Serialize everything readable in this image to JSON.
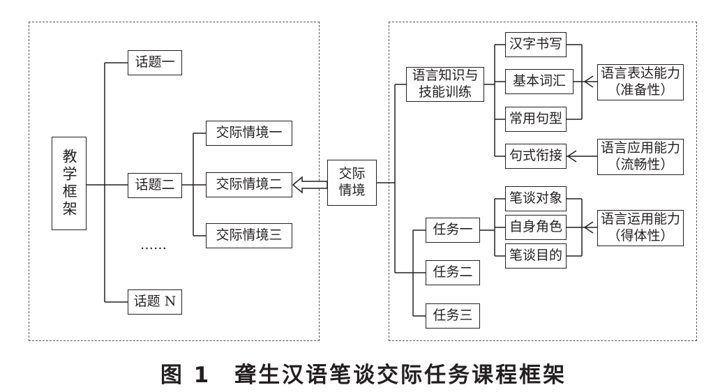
{
  "left": {
    "root": "教学框架",
    "topics": [
      "话题一",
      "话题二",
      "话题 N"
    ],
    "ellipsis": "……",
    "contexts": [
      "交际情境一",
      "交际情境二",
      "交际情境三"
    ]
  },
  "center": "交际\n情境",
  "right": {
    "knowledge": "语言知识与\n技能训练",
    "skills": [
      "汉字书写",
      "基本词汇",
      "常用句型",
      "句式衔接"
    ],
    "tasks": [
      "任务一",
      "任务二",
      "任务三"
    ],
    "task_items": [
      "笔谈对象",
      "自身角色",
      "笔谈目的"
    ],
    "abilities": [
      "语言表达能力\n（准备性）",
      "语言应用能力\n（流畅性）",
      "语言运用能力\n（得体性）"
    ]
  },
  "caption": "图 1　聋生汉语笔谈交际任务课程框架"
}
